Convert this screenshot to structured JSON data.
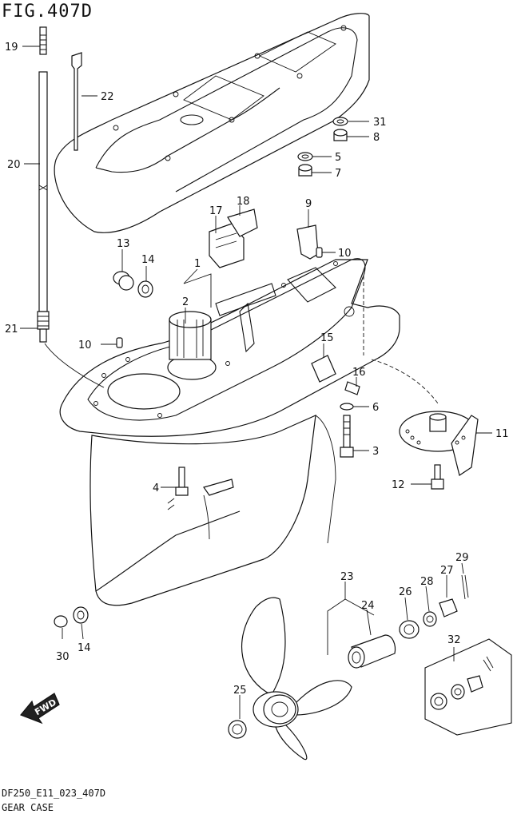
{
  "figure": {
    "title": "FIG.407D",
    "code": "DF250_E11_023_407D",
    "name": "GEAR CASE",
    "direction_badge": "FWD"
  },
  "callouts": [
    {
      "id": "c1",
      "text": "1"
    },
    {
      "id": "c2",
      "text": "2"
    },
    {
      "id": "c3",
      "text": "3"
    },
    {
      "id": "c4",
      "text": "4"
    },
    {
      "id": "c5",
      "text": "5"
    },
    {
      "id": "c6",
      "text": "6"
    },
    {
      "id": "c7",
      "text": "7"
    },
    {
      "id": "c8",
      "text": "8"
    },
    {
      "id": "c9",
      "text": "9"
    },
    {
      "id": "c10a",
      "text": "10"
    },
    {
      "id": "c10b",
      "text": "10"
    },
    {
      "id": "c11",
      "text": "11"
    },
    {
      "id": "c12",
      "text": "12"
    },
    {
      "id": "c13",
      "text": "13"
    },
    {
      "id": "c14a",
      "text": "14"
    },
    {
      "id": "c14b",
      "text": "14"
    },
    {
      "id": "c15",
      "text": "15"
    },
    {
      "id": "c16",
      "text": "16"
    },
    {
      "id": "c17",
      "text": "17"
    },
    {
      "id": "c18",
      "text": "18"
    },
    {
      "id": "c19",
      "text": "19"
    },
    {
      "id": "c20",
      "text": "20"
    },
    {
      "id": "c21",
      "text": "21"
    },
    {
      "id": "c22",
      "text": "22"
    },
    {
      "id": "c23",
      "text": "23"
    },
    {
      "id": "c24",
      "text": "24"
    },
    {
      "id": "c25",
      "text": "25"
    },
    {
      "id": "c26",
      "text": "26"
    },
    {
      "id": "c27",
      "text": "27"
    },
    {
      "id": "c28",
      "text": "28"
    },
    {
      "id": "c29",
      "text": "29"
    },
    {
      "id": "c30",
      "text": "30"
    },
    {
      "id": "c31",
      "text": "31"
    },
    {
      "id": "c32",
      "text": "32"
    }
  ]
}
